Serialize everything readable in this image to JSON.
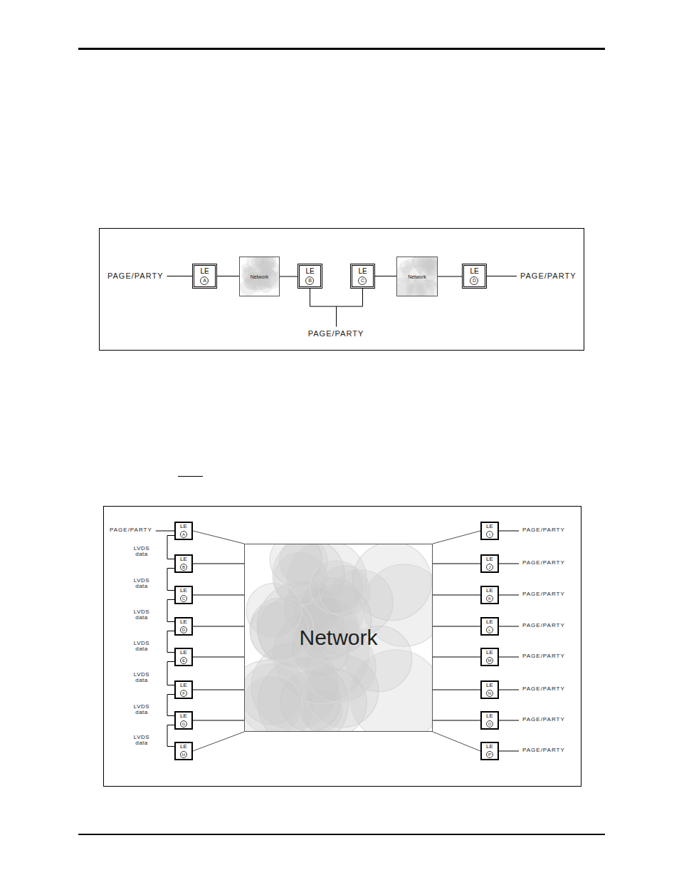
{
  "diagram": {
    "nodes": [
      {
        "text": [
          "LE",
          "A"
        ]
      },
      {
        "text": [
          "Network"
        ]
      },
      {
        "text": [
          "LE",
          "B"
        ]
      },
      {
        "text": [
          "LE",
          "C"
        ]
      },
      {
        "text": [
          "Network"
        ]
      },
      {
        "text": [
          "LE",
          "D"
        ]
      },
      {
        "text": [
          "LE",
          "A"
        ]
      },
      {
        "text": [
          "LE",
          "B"
        ]
      },
      {
        "text": [
          "LE",
          "C"
        ]
      },
      {
        "text": [
          "LE",
          "D"
        ]
      },
      {
        "text": [
          "LE",
          "E"
        ]
      },
      {
        "text": [
          "LE",
          "F"
        ]
      },
      {
        "text": [
          "LE",
          "G"
        ]
      },
      {
        "text": [
          "LE",
          "H"
        ]
      },
      {
        "text": [
          "Network"
        ]
      },
      {
        "text": [
          "LE",
          "I"
        ]
      },
      {
        "text": [
          "LE",
          "J"
        ]
      },
      {
        "text": [
          "LE",
          "K"
        ]
      },
      {
        "text": [
          "LE",
          "L"
        ]
      },
      {
        "text": [
          "LE",
          "M"
        ]
      },
      {
        "text": [
          "LE",
          "N"
        ]
      },
      {
        "text": [
          "LE",
          "O"
        ]
      },
      {
        "text": [
          "LE",
          "P"
        ]
      }
    ],
    "edges": [
      {
        "from": 0,
        "to": 1,
        "arrow": "none"
      },
      {
        "from": 1,
        "to": 2,
        "arrow": "none"
      },
      {
        "from": 3,
        "to": 4,
        "arrow": "none"
      },
      {
        "from": 4,
        "to": 5,
        "arrow": "none"
      },
      {
        "from": 6,
        "to": 14,
        "arrow": "none"
      },
      {
        "from": 7,
        "to": 14,
        "arrow": "none"
      },
      {
        "from": 8,
        "to": 14,
        "arrow": "none"
      },
      {
        "from": 9,
        "to": 14,
        "arrow": "none"
      },
      {
        "from": 10,
        "to": 14,
        "arrow": "none"
      },
      {
        "from": 11,
        "to": 14,
        "arrow": "none"
      },
      {
        "from": 12,
        "to": 14,
        "arrow": "none"
      },
      {
        "from": 13,
        "to": 14,
        "arrow": "none"
      },
      {
        "from": 15,
        "to": 14,
        "arrow": "none"
      },
      {
        "from": 16,
        "to": 14,
        "arrow": "none"
      },
      {
        "from": 17,
        "to": 14,
        "arrow": "none"
      },
      {
        "from": 18,
        "to": 14,
        "arrow": "none"
      },
      {
        "from": 19,
        "to": 14,
        "arrow": "none"
      },
      {
        "from": 20,
        "to": 14,
        "arrow": "none"
      },
      {
        "from": 21,
        "to": 14,
        "arrow": "none"
      },
      {
        "from": 22,
        "to": 14,
        "arrow": "none"
      },
      {
        "from": 6,
        "to": 7,
        "label": "LVDS data",
        "arrow": "none"
      },
      {
        "from": 7,
        "to": 8,
        "label": "LVDS data",
        "arrow": "none"
      },
      {
        "from": 8,
        "to": 9,
        "label": "LVDS data",
        "arrow": "none"
      },
      {
        "from": 9,
        "to": 10,
        "label": "LVDS data",
        "arrow": "none"
      },
      {
        "from": 10,
        "to": 11,
        "label": "LVDS data",
        "arrow": "none"
      },
      {
        "from": 11,
        "to": 12,
        "label": "LVDS data",
        "arrow": "none"
      },
      {
        "from": 12,
        "to": 13,
        "label": "LVDS data",
        "arrow": "none"
      }
    ],
    "labels": [
      "PAGE/PARTY",
      "PAGE/PARTY",
      "PAGE/PARTY",
      "PAGE/PARTY",
      "PAGE/PARTY",
      "PAGE/PARTY",
      "PAGE/PARTY",
      "PAGE/PARTY",
      "PAGE/PARTY",
      "PAGE/PARTY",
      "PAGE/PARTY",
      "PAGE/PARTY"
    ]
  }
}
